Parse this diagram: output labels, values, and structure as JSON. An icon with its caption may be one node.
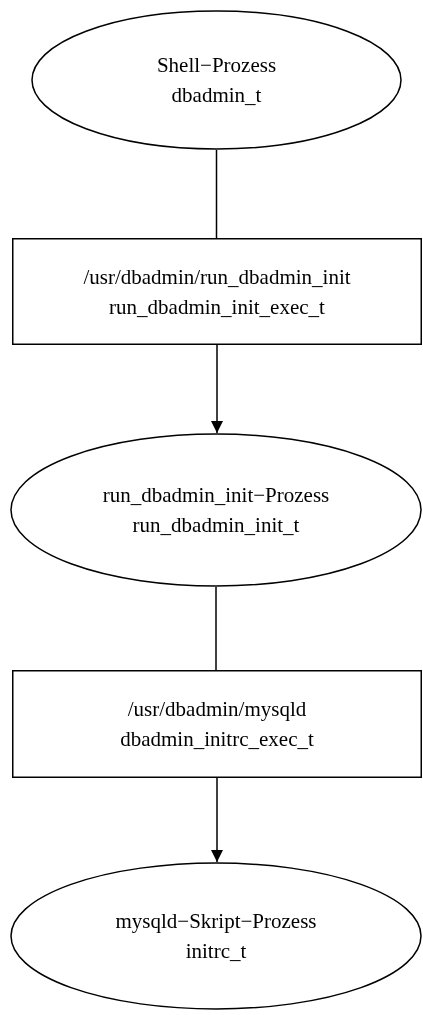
{
  "diagram": {
    "nodes": [
      {
        "text": [
          "Shell−Prozess",
          "dbadmin_t"
        ]
      },
      {
        "text": [
          "/usr/dbadmin/run_dbadmin_init",
          "run_dbadmin_init_exec_t"
        ]
      },
      {
        "text": [
          "run_dbadmin_init−Prozess",
          "run_dbadmin_init_t"
        ]
      },
      {
        "text": [
          "/usr/dbadmin/mysqld",
          "dbadmin_initrc_exec_t"
        ]
      },
      {
        "text": [
          "mysqld−Skript−Prozess",
          "initrc_t"
        ]
      }
    ],
    "edges": [
      {
        "from": 0,
        "to": 1,
        "arrow": "none"
      },
      {
        "from": 1,
        "to": 2,
        "arrow": "to"
      },
      {
        "from": 2,
        "to": 3,
        "arrow": "none"
      },
      {
        "from": 3,
        "to": 4,
        "arrow": "to"
      }
    ]
  }
}
